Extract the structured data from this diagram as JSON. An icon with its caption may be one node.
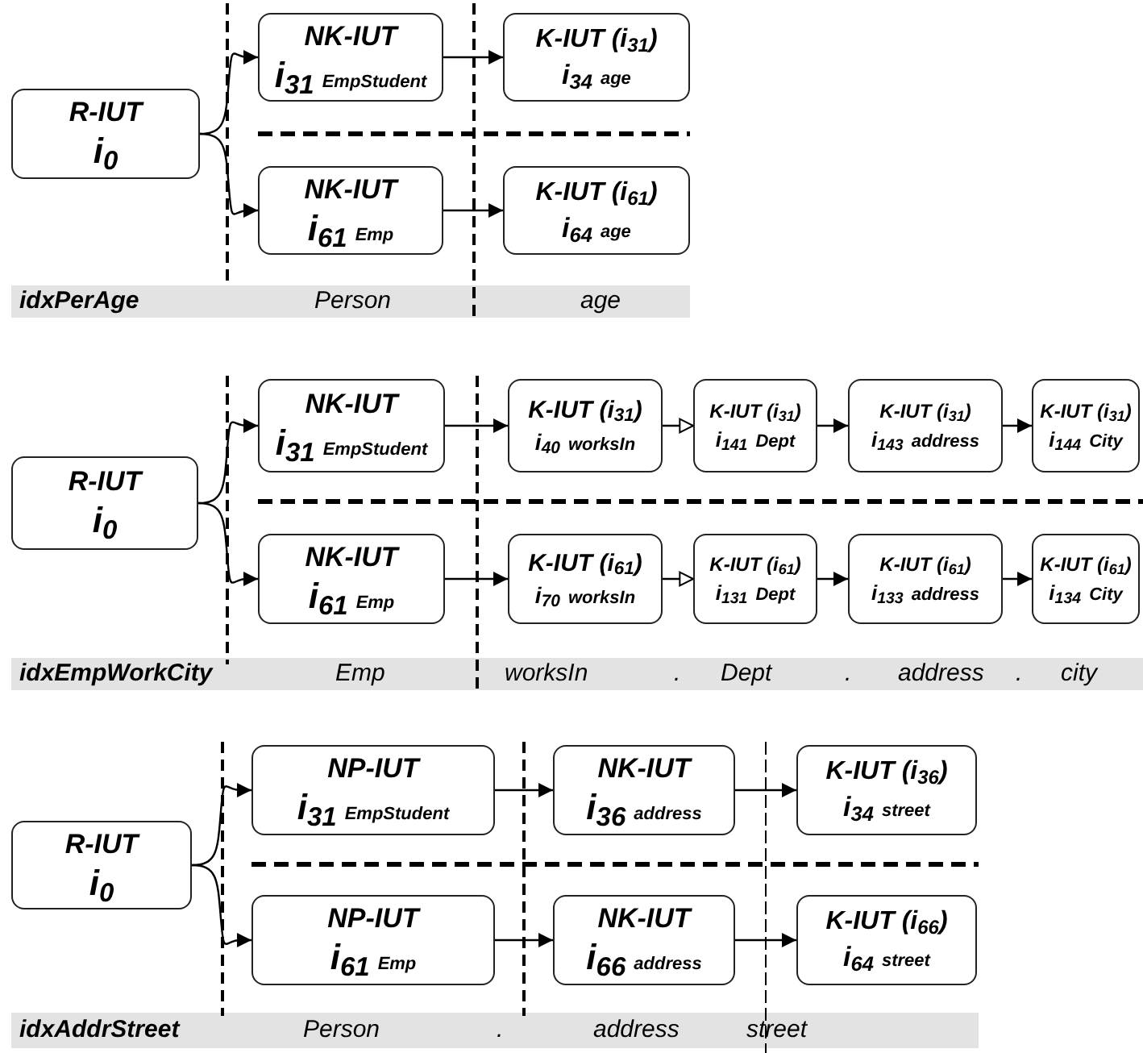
{
  "diagram": {
    "nodes": [
      {
        "text": [
          "R-IUT",
          "i$_{0}$"
        ]
      },
      {
        "text": [
          "NK-IUT",
          "i$_{31}$",
          "EmpStudent"
        ]
      },
      {
        "text": [
          "K-IUT (i$_{31}$)",
          "i$_{34}$",
          "age"
        ]
      },
      {
        "text": [
          "NK-IUT",
          "i$_{61}$",
          "Emp"
        ]
      },
      {
        "text": [
          "K-IUT (i$_{61}$)",
          "i$_{64}$",
          "age"
        ]
      },
      {
        "text": [
          "R-IUT",
          "i$_{0}$"
        ]
      },
      {
        "text": [
          "NK-IUT",
          "i$_{31}$",
          "EmpStudent"
        ]
      },
      {
        "text": [
          "K-IUT (i$_{31}$)",
          "i$_{40}$",
          "worksIn"
        ]
      },
      {
        "text": [
          "K-IUT (i$_{31}$)",
          "i$_{141}$",
          "Dept"
        ]
      },
      {
        "text": [
          "K-IUT (i$_{31}$)",
          "i$_{143}$",
          "address"
        ]
      },
      {
        "text": [
          "K-IUT (i$_{31}$)",
          "i$_{144}$",
          "City"
        ]
      },
      {
        "text": [
          "NK-IUT",
          "i$_{61}$",
          "Emp"
        ]
      },
      {
        "text": [
          "K-IUT (i$_{61}$)",
          "i$_{70}$",
          "worksIn"
        ]
      },
      {
        "text": [
          "K-IUT (i$_{61}$)",
          "i$_{131}$",
          "Dept"
        ]
      },
      {
        "text": [
          "K-IUT (i$_{61}$)",
          "i$_{133}$",
          "address"
        ]
      },
      {
        "text": [
          "K-IUT (i$_{61}$)",
          "i$_{134}$",
          "City"
        ]
      },
      {
        "text": [
          "R-IUT",
          "i$_{0}$"
        ]
      },
      {
        "text": [
          "NP-IUT",
          "i$_{31}$",
          "EmpStudent"
        ]
      },
      {
        "text": [
          "NK-IUT",
          "i$_{36}$",
          "address"
        ]
      },
      {
        "text": [
          "K-IUT (i$_{36}$)",
          "i$_{34}$",
          "street"
        ]
      },
      {
        "text": [
          "NP-IUT",
          "i$_{61}$",
          "Emp"
        ]
      },
      {
        "text": [
          "NK-IUT",
          "i$_{66}$",
          "address"
        ]
      },
      {
        "text": [
          "K-IUT (i$_{66}$)",
          "i$_{64}$",
          "street"
        ]
      }
    ],
    "edges": [
      {
        "from": 0,
        "to": 1,
        "arrow": "to"
      },
      {
        "from": 0,
        "to": 3,
        "arrow": "to"
      },
      {
        "from": 1,
        "to": 2,
        "arrow": "to"
      },
      {
        "from": 3,
        "to": 4,
        "arrow": "to"
      },
      {
        "from": 5,
        "to": 6,
        "arrow": "to"
      },
      {
        "from": 5,
        "to": 11,
        "arrow": "to"
      },
      {
        "from": 6,
        "to": 7,
        "arrow": "to"
      },
      {
        "from": 7,
        "to": 8,
        "arrow": "to"
      },
      {
        "from": 8,
        "to": 9,
        "arrow": "to"
      },
      {
        "from": 9,
        "to": 10,
        "arrow": "to"
      },
      {
        "from": 11,
        "to": 12,
        "arrow": "to"
      },
      {
        "from": 12,
        "to": 13,
        "arrow": "to"
      },
      {
        "from": 13,
        "to": 14,
        "arrow": "to"
      },
      {
        "from": 14,
        "to": 15,
        "arrow": "to"
      },
      {
        "from": 16,
        "to": 17,
        "arrow": "to"
      },
      {
        "from": 16,
        "to": 20,
        "arrow": "to"
      },
      {
        "from": 17,
        "to": 18,
        "arrow": "to"
      },
      {
        "from": 18,
        "to": 19,
        "arrow": "to"
      },
      {
        "from": 20,
        "to": 21,
        "arrow": "to"
      },
      {
        "from": 21,
        "to": 22,
        "arrow": "to"
      }
    ],
    "labels": [
      "idxPerAge",
      "Person",
      "age",
      "idxEmpWorkCity",
      "Emp",
      "worksIn",
      ".",
      "Dept",
      ".",
      "address",
      ".",
      "city",
      "idxAddrStreet",
      "Person",
      ".",
      "address",
      "street"
    ]
  }
}
